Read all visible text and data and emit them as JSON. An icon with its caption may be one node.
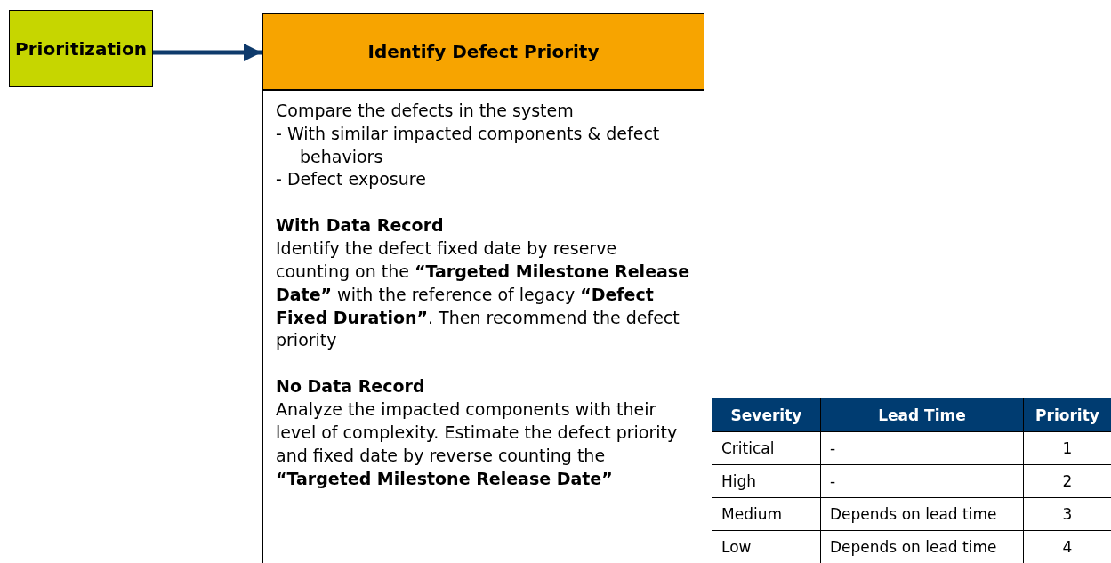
{
  "diagram": {
    "nodes": [
      {
        "text": [
          "Prioritization"
        ]
      },
      {
        "text": [
          "Identify Defect Priority"
        ]
      },
      {
        "text": [
          "Compare the defects in the system",
          "- With similar impacted components & defect behaviors",
          "- Defect exposure",
          "With Data Record",
          "Identify the defect fixed date by reserve counting on the **“Targeted Milestone Release Date”** with the reference of legacy **“Defect Fixed Duration”**. Then recommend the defect priority",
          "No Data Record",
          "Analyze the impacted components with their level of complexity. Estimate the defect priority and fixed date by reverse counting the **“Targeted Milestone Release Date”**"
        ]
      }
    ],
    "edges": [
      {
        "from": 0,
        "to": 1,
        "arrow": "to"
      }
    ],
    "labels": [
      "Severity",
      "Lead Time",
      "Priority",
      "Critical",
      "-",
      "1",
      "High",
      "-",
      "2",
      "Medium",
      "Depends on lead time",
      "3",
      "Low",
      "Depends on lead time",
      "4"
    ]
  }
}
